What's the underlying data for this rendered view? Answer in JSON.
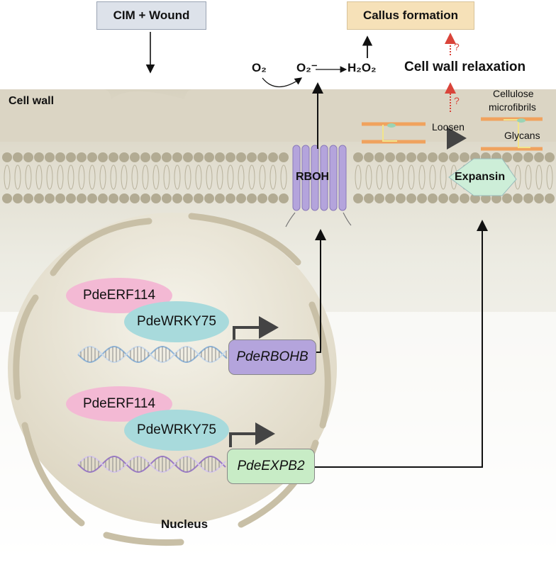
{
  "stimulus": {
    "label": "CIM + Wound"
  },
  "outcome": {
    "label": "Callus formation"
  },
  "compartments": {
    "cell_wall": "Cell wall",
    "nucleus": "Nucleus"
  },
  "ros": {
    "o2": "O₂",
    "superoxide": "O₂⁻",
    "h2o2": "H₂O₂"
  },
  "cell_wall_relaxation": {
    "label": "Cell wall relaxation",
    "uncertain_mark": "?"
  },
  "wall_components": {
    "cellulose": "Cellulose",
    "microfibrils": "microfibrils",
    "glycans": "Glycans",
    "loosen": "Loosen"
  },
  "membrane_proteins": {
    "rboh": "RBOH",
    "expansin": "Expansin"
  },
  "modules": [
    {
      "tf1": "PdeERF114",
      "tf2": "PdeWRKY75",
      "gene": "PdeRBOHB",
      "gene_color": "#b4a4dc"
    },
    {
      "tf1": "PdeERF114",
      "tf2": "PdeWRKY75",
      "gene": "PdeEXPB2",
      "gene_color": "#c8ecc6"
    }
  ],
  "colors": {
    "cell_wall": "#dbd5c4",
    "membrane_head": "#b2ab93",
    "rboh": "#b4a4dc",
    "expansin": "#cdeed8",
    "erf": "#f3b9d4",
    "wrky": "#a8dadc",
    "fibril": "#f0a25e",
    "question": "#d9443a",
    "stimulus_box": "#dde2ea",
    "outcome_box": "#f6e1b8"
  }
}
